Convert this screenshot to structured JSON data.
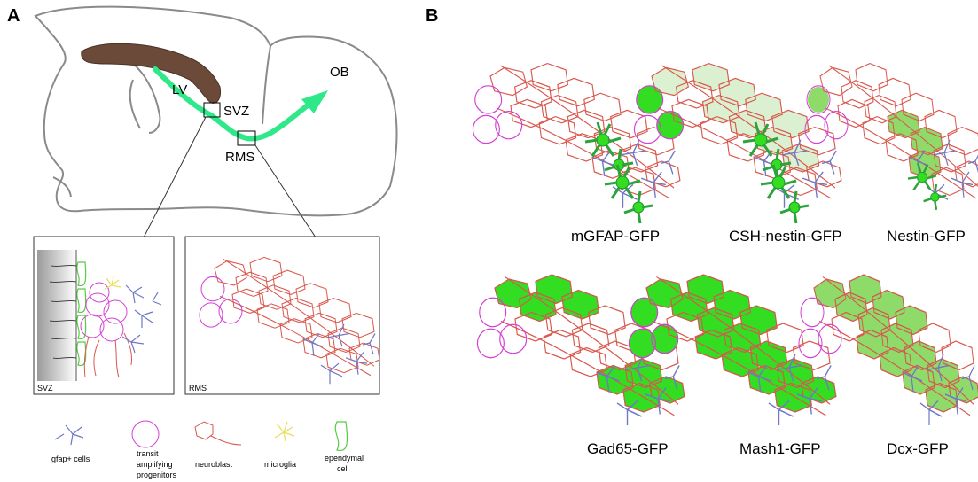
{
  "panel_a": {
    "letter": "A",
    "brain_labels": {
      "lv": "LV",
      "svz": "SVZ",
      "rms": "RMS",
      "ob": "OB"
    },
    "inset_svz_label": "SVZ",
    "inset_rms_label": "RMS",
    "legend": {
      "gfap": "gfap+ cells",
      "tap_line1": "transit",
      "tap_line2": "amplifying",
      "tap_line3": "progenitors",
      "neuroblast": "neuroblast",
      "microglia": "microglia",
      "ependymal_line1": "ependymal",
      "ependymal_line2": "cell"
    }
  },
  "panel_b": {
    "letter": "B",
    "labels": {
      "mgfap": "mGFAP-GFP",
      "csh_nestin": "CSH-nestin-GFP",
      "nestin": "Nestin-GFP",
      "gad65": "Gad65-GFP",
      "mash1": "Mash1-GFP",
      "dcx": "Dcx-GFP"
    }
  },
  "colors": {
    "brain_outline": "#8a8a8a",
    "ventricle": "#6b4a3a",
    "migration_arrow": "#2ee88a",
    "gfp_green": "#33dd22",
    "neuroblast_red": "#d9584e",
    "progenitor_magenta": "#d43fd4",
    "gfap_blue": "#6f78c6",
    "microglia_yellow": "#e7de5a",
    "ependymal_green": "#55cc44"
  }
}
